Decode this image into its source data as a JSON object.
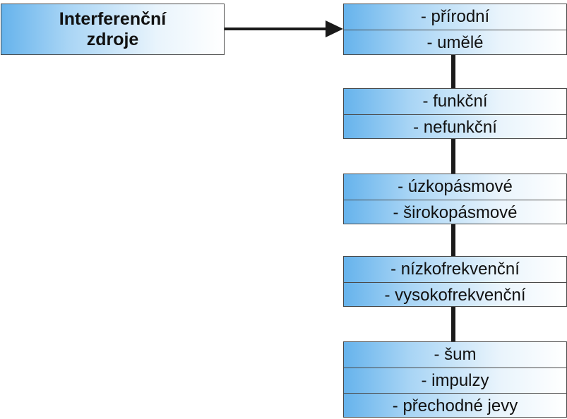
{
  "source": {
    "title_lines": [
      "Interferenční",
      "zdroje"
    ]
  },
  "categories": [
    {
      "items": [
        "- přírodní",
        "- umělé"
      ]
    },
    {
      "items": [
        "- funkční",
        "- nefunkční"
      ]
    },
    {
      "items": [
        "- úzkopásmové",
        "- širokopásmové"
      ]
    },
    {
      "items": [
        "- nízkofrekvenční",
        "- vysokofrekvenční"
      ]
    },
    {
      "items": [
        "- šum",
        "- impulzy",
        "- přechodné jevy"
      ]
    }
  ],
  "colors": {
    "box_gradient_start": "#66b3ec",
    "box_gradient_end": "#ffffff",
    "connector": "#1a1a1a",
    "border": "#4a4a4a"
  }
}
